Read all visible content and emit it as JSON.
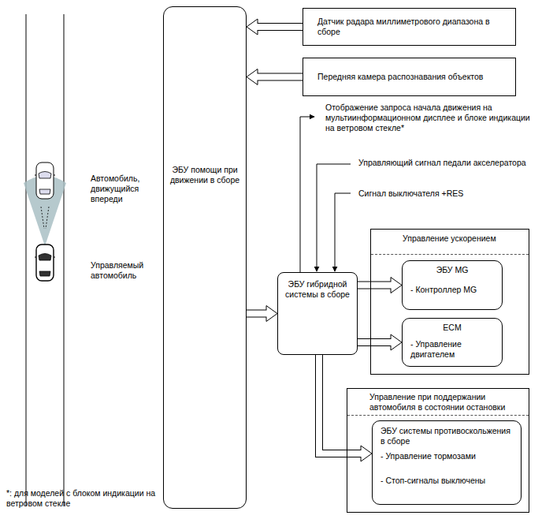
{
  "diagram": {
    "nodes": [
      {
        "text": [
          "ЭБУ помощи при движении в сборе"
        ]
      },
      {
        "text": [
          "Датчик радара миллиметрового диапазона в сборе"
        ]
      },
      {
        "text": [
          "Передняя камера распознавания объектов"
        ]
      },
      {
        "text": [
          "ЭБУ гибридной системы в сборе"
        ]
      },
      {
        "text": [
          "Управление ускорением"
        ]
      },
      {
        "text": [
          "ЭБУ MG",
          "- Контроллер MG"
        ],
        "in": 4
      },
      {
        "text": [
          "ECM",
          "- Управление двигателем"
        ],
        "in": 4
      },
      {
        "text": [
          "Управление при поддержании автомобиля в состоянии остановки"
        ]
      },
      {
        "text": [
          "ЭБУ системы противоскольжения в сборе",
          "- Управление тормозами",
          "- Стоп-сигналы выключены"
        ],
        "in": 7
      }
    ],
    "edges": [
      {
        "from": 1,
        "to": 0,
        "arrow": "to"
      },
      {
        "from": 2,
        "to": 0,
        "arrow": "to"
      },
      {
        "from": 0,
        "to": 3,
        "arrow": "to"
      },
      {
        "from": 3,
        "to": 5,
        "arrow": "to"
      },
      {
        "from": 3,
        "to": 6,
        "arrow": "to"
      },
      {
        "from": 3,
        "to": 8,
        "arrow": "to"
      }
    ],
    "labels": [
      "Отображение запроса начала движения на мультиинформационном дисплее и блоке индикации на ветровом стекле*",
      "Управляющий сигнал педали акселератора",
      "Сигнал выключателя +RES",
      "Автомобиль, движущийся впереди",
      "Управляемый автомобиль",
      "*: для моделей с блоком индикации на ветровом стекле"
    ]
  }
}
